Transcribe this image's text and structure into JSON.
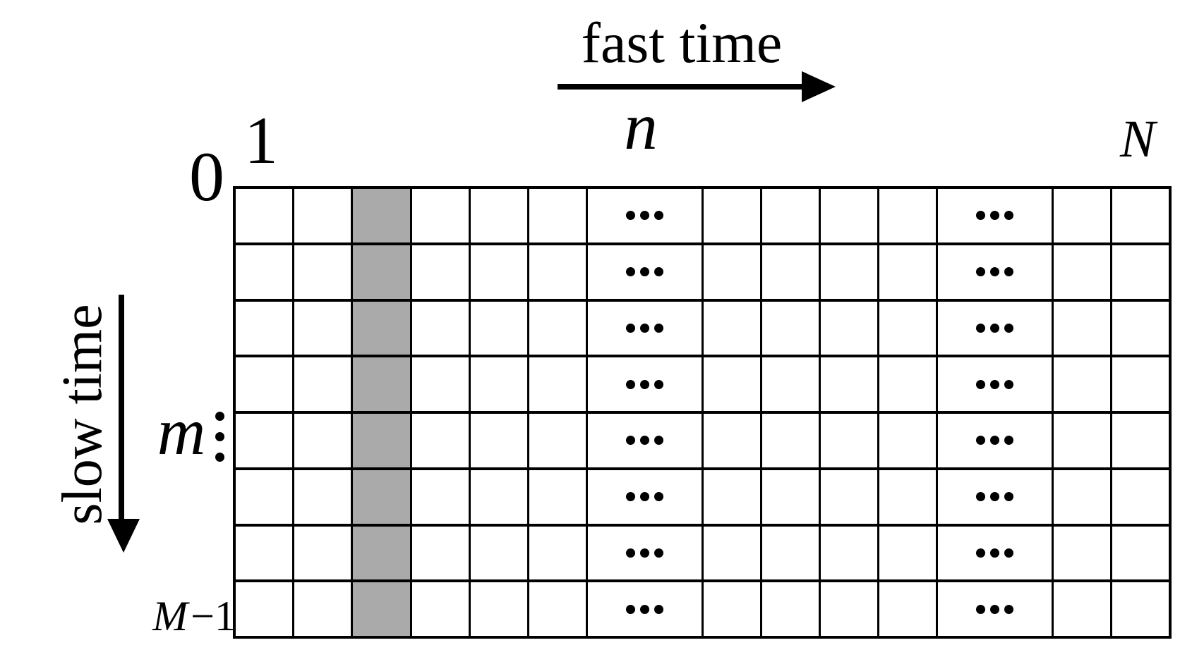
{
  "figure": {
    "background_color": "#ffffff",
    "line_color": "#000000",
    "shaded_color": "#aaaaaa"
  },
  "axes": {
    "fast_time_label": "fast time",
    "slow_time_label": "slow time",
    "fast_arrow_direction": "right",
    "slow_arrow_direction": "down"
  },
  "column_labels": {
    "first": "1",
    "middle": "n",
    "last": "N"
  },
  "row_labels": {
    "first": "0",
    "middle": "m",
    "middle_vertical_ellipsis_dots": 3,
    "last_italic": "M",
    "last_rest": "−1"
  },
  "grid": {
    "rows": 8,
    "ellipsis_dot_count": 3,
    "shaded_column_index": 2,
    "ellipsis_column_indices": [
      6,
      11
    ],
    "columns": [
      {
        "type": "plain"
      },
      {
        "type": "plain"
      },
      {
        "type": "shaded"
      },
      {
        "type": "plain"
      },
      {
        "type": "plain"
      },
      {
        "type": "plain"
      },
      {
        "type": "ellipsis"
      },
      {
        "type": "plain"
      },
      {
        "type": "plain"
      },
      {
        "type": "plain"
      },
      {
        "type": "plain"
      },
      {
        "type": "ellipsis"
      },
      {
        "type": "plain"
      },
      {
        "type": "plain"
      }
    ]
  }
}
